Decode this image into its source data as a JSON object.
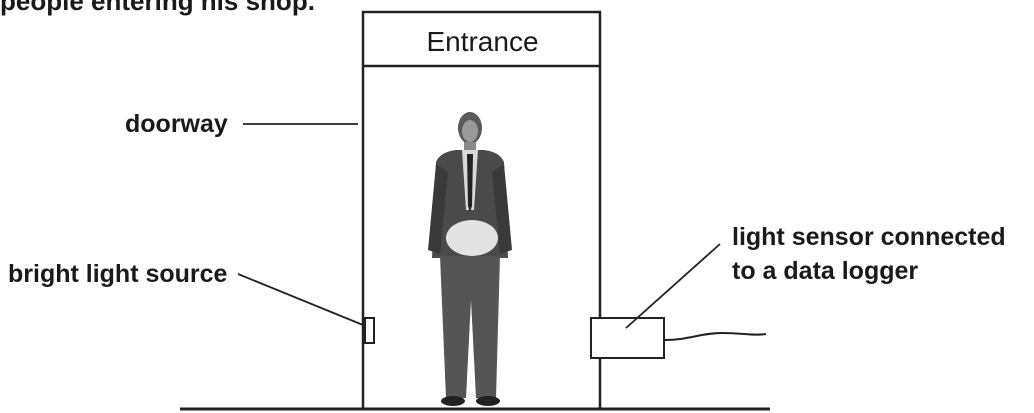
{
  "intro_text": "people entering his shop.",
  "sign": {
    "label": "Entrance"
  },
  "labels": {
    "doorway": "doorway",
    "light_source": "bright light source",
    "sensor_line1": "light sensor connected",
    "sensor_line2": "to a data logger"
  },
  "icons": {
    "person": "standing-man-icon",
    "light_source": "light-source-icon",
    "sensor": "light-sensor-icon"
  }
}
